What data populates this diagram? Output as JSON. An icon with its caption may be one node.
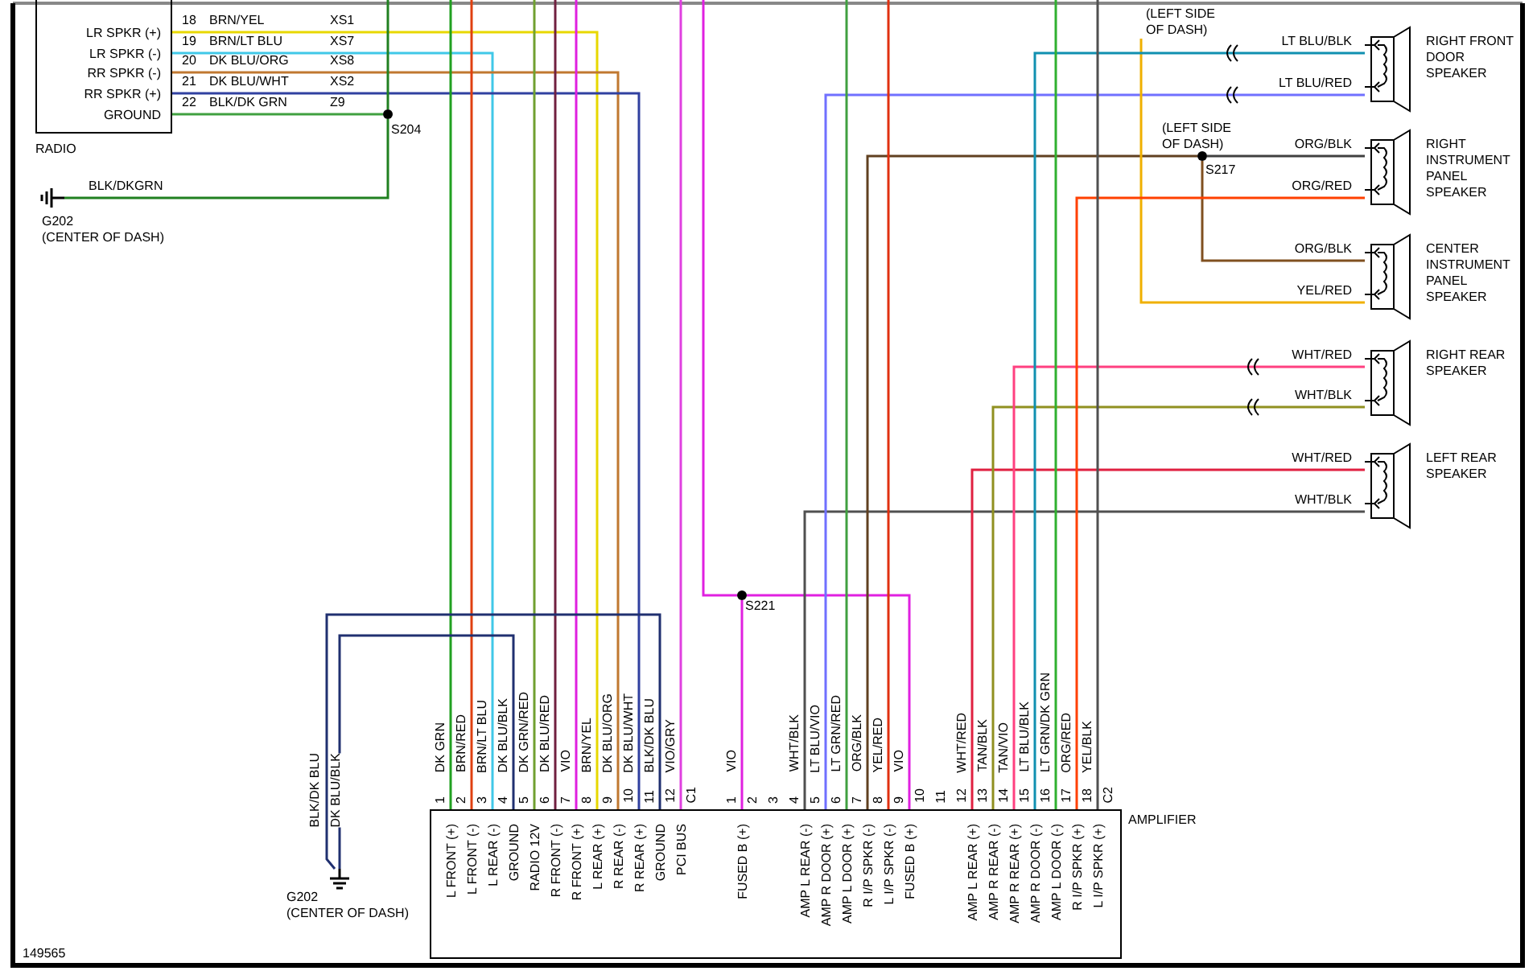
{
  "diagram": {
    "nodes": [
      {
        "text": [
          "LR SPKR (+)",
          "LR SPKR (-)",
          "RR SPKR (-)",
          "RR SPKR (+)",
          "GROUND"
        ],
        "beside": [
          "RADIO"
        ]
      },
      {
        "text": [],
        "shape": "circle",
        "beside": [
          "S204"
        ]
      },
      {
        "text": [],
        "shape": "ground",
        "beside": [
          "G202",
          "(CENTER OF DASH)"
        ]
      },
      {
        "text": [
          "RIGHT FRONT DOOR SPEAKER"
        ]
      },
      {
        "text": [],
        "shape": "circle",
        "beside": [
          "(LEFT SIDE OF DASH)",
          "S217"
        ]
      },
      {
        "text": [
          "RIGHT INSTRUMENT PANEL SPEAKER"
        ]
      },
      {
        "text": [
          "CENTER INSTRUMENT PANEL SPEAKER"
        ]
      },
      {
        "text": [
          "RIGHT REAR SPEAKER"
        ]
      },
      {
        "text": [
          "LEFT REAR SPEAKER"
        ]
      },
      {
        "text": [],
        "shape": "circle",
        "beside": [
          "S221"
        ]
      },
      {
        "text": [],
        "shape": "ground",
        "beside": [
          "G202",
          "(CENTER OF DASH)"
        ]
      },
      {
        "text": [
          "L FRONT (+)",
          "L FRONT (-)",
          "L REAR (-)",
          "GROUND",
          "RADIO 12V",
          "R FRONT (-)",
          "R FRONT (+)",
          "L REAR (+)",
          "R REAR (-)",
          "R REAR (+)",
          "GROUND",
          "PCI BUS",
          "FUSED B (+)",
          "AMP L REAR (-)",
          "AMP R DOOR (+)",
          "AMP L DOOR (+)",
          "R I/P SPKR (-)",
          "L I/P SPKR (-)",
          "FUSED B (+)",
          "AMP L REAR (+)",
          "AMP R REAR (-)",
          "AMP R REAR (+)",
          "AMP R DOOR (-)",
          "AMP L DOOR (-)",
          "R I/P SPKR (+)",
          "L I/P SPKR (+)"
        ],
        "beside": [
          "AMPLIFIER"
        ]
      },
      {
        "text": [
          "(LEFT SIDE OF DASH)"
        ]
      }
    ],
    "edges": [
      {
        "from": 0,
        "to": 11,
        "arrow": "none",
        "color": "#e8d800"
      },
      {
        "from": 0,
        "to": 11,
        "arrow": "none",
        "color": "#40c8e8"
      },
      {
        "from": 0,
        "to": 11,
        "arrow": "none",
        "color": "#c07830"
      },
      {
        "from": 0,
        "to": 11,
        "arrow": "none",
        "color": "#3040a0"
      },
      {
        "from": 0,
        "to": 1,
        "arrow": "none",
        "color": "#40a040"
      },
      {
        "from": null,
        "to": 1,
        "arrow": "none",
        "color": "#208020"
      },
      {
        "from": 1,
        "to": 2,
        "arrow": "none",
        "label": "BLK/DKGRN",
        "color": "#208020"
      },
      {
        "from": 11,
        "to": null,
        "arrow": "none",
        "color": "#20a020"
      },
      {
        "from": 11,
        "to": null,
        "arrow": "none",
        "color": "#e04010"
      },
      {
        "from": 11,
        "to": 10,
        "arrow": "none",
        "label": "DK BLU/BLK",
        "color": "#203070"
      },
      {
        "from": 11,
        "to": null,
        "arrow": "none",
        "color": "#70a030"
      },
      {
        "from": 11,
        "to": null,
        "arrow": "none",
        "color": "#702040"
      },
      {
        "from": 11,
        "to": null,
        "arrow": "none",
        "color": "#e020e0"
      },
      {
        "from": 11,
        "to": 10,
        "arrow": "none",
        "label": "BLK/DK BLU",
        "color": "#203070"
      },
      {
        "from": 11,
        "to": null,
        "arrow": "none",
        "color": "#e040e0"
      },
      {
        "from": 11,
        "to": 9,
        "arrow": "none",
        "color": "#e020e0"
      },
      {
        "from": 11,
        "to": 9,
        "arrow": "none",
        "color": "#e020e0"
      },
      {
        "from": 9,
        "to": null,
        "arrow": "none",
        "color": "#e020e0"
      },
      {
        "from": 11,
        "to": 8,
        "arrow": "none",
        "label": "WHT/BLK",
        "color": "#505050"
      },
      {
        "from": 11,
        "to": 3,
        "arrow": "none",
        "label": "LT BLU/RED",
        "color": "#7070ff"
      },
      {
        "from": 11,
        "to": null,
        "arrow": "none",
        "color": "#40a040"
      },
      {
        "from": 11,
        "to": 4,
        "arrow": "none",
        "color": "#604020"
      },
      {
        "from": 4,
        "to": 5,
        "arrow": "none",
        "label": "ORG/BLK",
        "color": "#404040"
      },
      {
        "from": 4,
        "to": 6,
        "arrow": "none",
        "label": "ORG/BLK",
        "color": "#805020"
      },
      {
        "from": 11,
        "to": null,
        "arrow": "none",
        "color": "#e03010"
      },
      {
        "from": 12,
        "to": 6,
        "arrow": "none",
        "label": "YEL/RED",
        "color": "#f0b000"
      },
      {
        "from": 11,
        "to": 8,
        "arrow": "none",
        "label": "WHT/RED",
        "color": "#e02040"
      },
      {
        "from": 11,
        "to": 7,
        "arrow": "none",
        "label": "WHT/BLK",
        "color": "#909020"
      },
      {
        "from": 11,
        "to": 7,
        "arrow": "none",
        "label": "WHT/RED",
        "color": "#ff4080"
      },
      {
        "from": 11,
        "to": 3,
        "arrow": "none",
        "label": "LT BLU/BLK",
        "color": "#1090b0"
      },
      {
        "from": 11,
        "to": null,
        "arrow": "none",
        "color": "#30b030"
      },
      {
        "from": 11,
        "to": 5,
        "arrow": "none",
        "label": "ORG/RED",
        "color": "#ff4000"
      },
      {
        "from": 11,
        "to": null,
        "arrow": "none",
        "color": "#505050"
      }
    ],
    "labels": [
      "18",
      "BRN/YEL",
      "XS1",
      "19",
      "BRN/LT BLU",
      "XS7",
      "20",
      "DK BLU/ORG",
      "XS8",
      "21",
      "DK BLU/WHT",
      "XS2",
      "22",
      "BLK/DK GRN",
      "Z9",
      "DK GRN",
      "BRN/RED",
      "BRN/LT BLU",
      "DK BLU/BLK",
      "DK GRN/RED",
      "DK BLU/RED",
      "VIO",
      "BRN/YEL",
      "DK BLU/ORG",
      "DK BLU/WHT",
      "BLK/DK BLU",
      "VIO/GRY",
      "VIO",
      "WHT/BLK",
      "LT BLU/VIO",
      "LT GRN/RED",
      "ORG/BLK",
      "YEL/RED",
      "VIO",
      "WHT/RED",
      "TAN/BLK",
      "TAN/VIO",
      "LT BLU/BLK",
      "LT GRN/DK GRN",
      "ORG/RED",
      "YEL/BLK",
      "1",
      "2",
      "3",
      "4",
      "5",
      "6",
      "7",
      "8",
      "9",
      "10",
      "11",
      "12",
      "C1",
      "1",
      "2",
      "3",
      "4",
      "5",
      "6",
      "7",
      "8",
      "9",
      "10",
      "11",
      "12",
      "13",
      "14",
      "15",
      "16",
      "17",
      "18",
      "C2",
      "149565"
    ]
  }
}
